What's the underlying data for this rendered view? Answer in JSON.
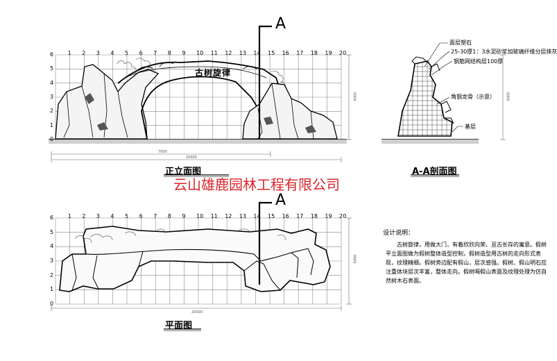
{
  "elevation": {
    "arch_title": "古树旋律",
    "caption": "正立面图",
    "x_ticks": [
      "1",
      "2",
      "3",
      "4",
      "5",
      "6",
      "7",
      "8",
      "9",
      "10",
      "11",
      "12",
      "13",
      "14",
      "15",
      "16",
      "17",
      "18",
      "19",
      "20"
    ],
    "y_ticks": [
      "6",
      "5",
      "4",
      "3",
      "2",
      "1",
      "0"
    ],
    "dim_inner": "7000",
    "dim_outer": "20000",
    "dim_height": "6000"
  },
  "section_marker": "A",
  "section": {
    "caption": "A-A剖面图",
    "notes": [
      "面层塑石",
      "25-30厚1：3水泥砂浆加玻璃纤维分层抹灰",
      "钢筋网结构层100厚",
      "角钢龙骨（示意）",
      "基层"
    ],
    "dim_height": "6000"
  },
  "watermark": "云山雄鹿园林工程有限公司",
  "plan": {
    "caption": "平面图",
    "x_ticks": [
      "1",
      "2",
      "3",
      "4",
      "5",
      "6",
      "7",
      "8",
      "9",
      "10",
      "11",
      "12",
      "13",
      "14",
      "15",
      "16",
      "17",
      "18",
      "19",
      "20"
    ],
    "y_ticks": [
      "6",
      "5",
      "4",
      "3",
      "2",
      "1",
      "0"
    ],
    "dim_outer": "20000",
    "dim_height": "6000"
  },
  "description": {
    "title": "设计说明：",
    "body": "古树旋律，用做大门，有着欣欣向荣、亘古长存的寓意。假树平立面图做为假树整体造型控制，假树造型用古树的走向形式表现，纹理精细。假树旁边配有假山，层次感强。假树、假山明石应注重体块层次丰富，整体走向。假树喝假山表面及纹理处理为仿自然树木石表面。"
  }
}
